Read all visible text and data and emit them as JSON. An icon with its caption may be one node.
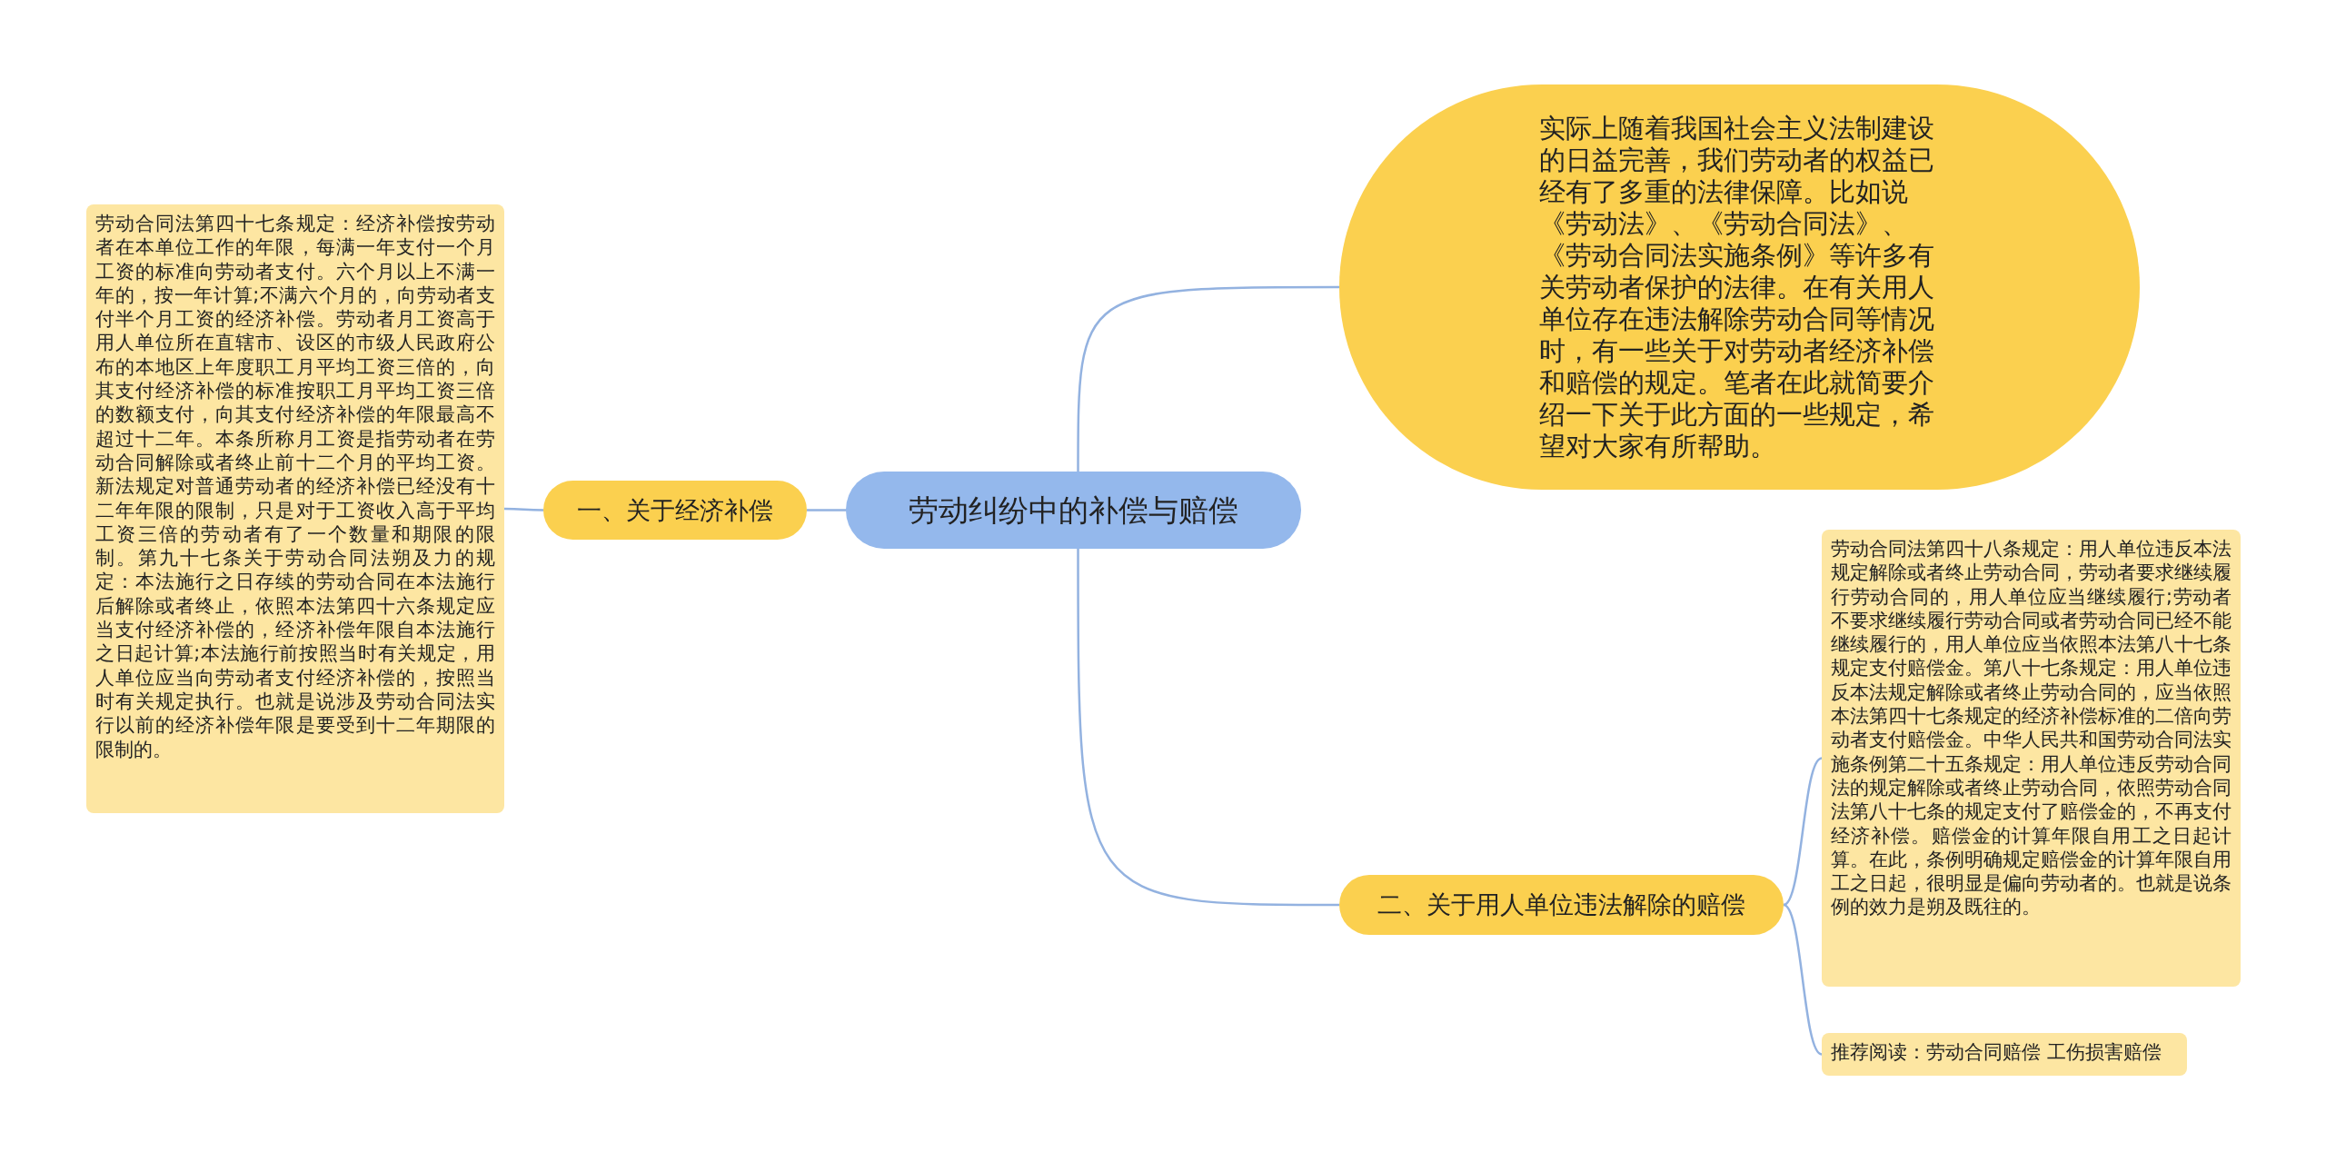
{
  "diagram": {
    "nodes": [
      {
        "text": [
          "劳动纠纷中的补偿与赔偿"
        ]
      },
      {
        "text": [
          "实际上随着我国社会主义法制建设的日益完善，我们劳动者的权益已经有了多重的法律保障。比如说《劳动法》、《劳动合同法》、《劳动合同法实施条例》等许多有关劳动者保护的法律。在有关用人单位存在违法解除劳动合同等情况时，有一些关于对劳动者经济补偿和赔偿的规定。笔者在此就简要介绍一下关于此方面的一些规定，希望对大家有所帮助。"
        ]
      },
      {
        "text": [
          "一、关于经济补偿"
        ]
      },
      {
        "text": [
          "劳动合同法第四十七条规定：经济补偿按劳动者在本单位工作的年限，每满一年支付一个月工资的标准向劳动者支付。六个月以上不满一年的，按一年计算;不满六个月的，向劳动者支付半个月工资的经济补偿。劳动者月工资高于用人单位所在直辖市、设区的市级人民政府公布的本地区上年度职工月平均工资三倍的，向其支付经济补偿的标准按职工月平均工资三倍的数额支付，向其支付经济补偿的年限最高不超过十二年。本条所称月工资是指劳动者在劳动合同解除或者终止前十二个月的平均工资。新法规定对普通劳动者的经济补偿已经没有十二年年限的限制，只是对于工资收入高于平均工资三倍的劳动者有了一个数量和期限的限制。第九十七条关于劳动合同法朔及力的规定：本法施行之日存续的劳动合同在本法施行后解除或者终止，依照本法第四十六条规定应当支付经济补偿的，经济补偿年限自本法施行之日起计算;本法施行前按照当时有关规定，用人单位应当向劳动者支付经济补偿的，按照当时有关规定执行。也就是说涉及劳动合同法实行以前的经济补偿年限是要受到十二年期限的限制的。"
        ]
      },
      {
        "text": [
          "二、关于用人单位违法解除的赔偿"
        ]
      },
      {
        "text": [
          "劳动合同法第四十八条规定：用人单位违反本法规定解除或者终止劳动合同，劳动者要求继续履行劳动合同的，用人单位应当继续履行;劳动者不要求继续履行劳动合同或者劳动合同已经不能继续履行的，用人单位应当依照本法第八十七条规定支付赔偿金。第八十七条规定：用人单位违反本法规定解除或者终止劳动合同的，应当依照本法第四十七条规定的经济补偿标准的二倍向劳动者支付赔偿金。中华人民共和国劳动合同法实施条例第二十五条规定：用人单位违反劳动合同法的规定解除或者终止劳动合同，依照劳动合同法第八十七条的规定支付了赔偿金的，不再支付经济补偿。赔偿金的计算年限自用工之日起计算。在此，条例明确规定赔偿金的计算年限自用工之日起，很明显是偏向劳动者的。也就是说条例的效力是朔及既往的。"
        ]
      },
      {
        "text": [
          "推荐阅读：劳动合同赔偿 工伤损害赔偿"
        ]
      }
    ],
    "edges": [
      {
        "from": 0,
        "to": 1,
        "arrow": "none"
      },
      {
        "from": 0,
        "to": 2,
        "arrow": "none"
      },
      {
        "from": 2,
        "to": 3,
        "arrow": "none"
      },
      {
        "from": 0,
        "to": 4,
        "arrow": "none"
      },
      {
        "from": 4,
        "to": 5,
        "arrow": "none"
      },
      {
        "from": 4,
        "to": 6,
        "arrow": "none"
      }
    ]
  }
}
